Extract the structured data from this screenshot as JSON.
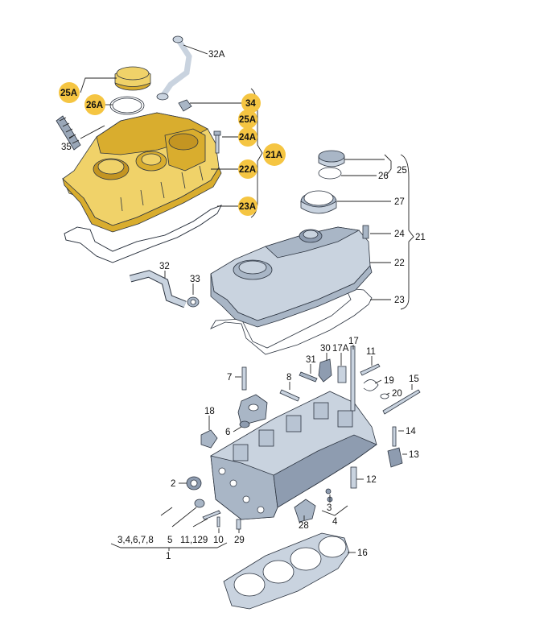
{
  "colors": {
    "highlight_badge": "#f5c542",
    "highlight_part": "#f0d269",
    "metal_part": "#c9d3df",
    "line": "#222222"
  },
  "callouts": {
    "c32A": "32A",
    "c25A_left": "25A",
    "c26A": "26A",
    "c34": "34",
    "c25A_right": "25A",
    "c24A": "24A",
    "c21A": "21A",
    "c22A": "22A",
    "c23A": "23A",
    "c35": "35",
    "c25": "25",
    "c26": "26",
    "c27": "27",
    "c24": "24",
    "c21": "21",
    "c22": "22",
    "c23": "23",
    "c32": "32",
    "c33": "33",
    "c17": "17",
    "c30": "30",
    "c17A": "17A",
    "c11_top": "11",
    "c31": "31",
    "c7": "7",
    "c8": "8",
    "c19": "19",
    "c15": "15",
    "c20": "20",
    "c18": "18",
    "c6": "6",
    "c14": "14",
    "c13": "13",
    "c2": "2",
    "c12": "12",
    "c3": "3",
    "c4": "4",
    "c28": "28",
    "c5": "5",
    "c10": "10",
    "c29": "29",
    "c3_4_6_7_8": "3,4,6,7,8",
    "c11_12_9": "11,129",
    "c1": "1",
    "c16": "16"
  }
}
